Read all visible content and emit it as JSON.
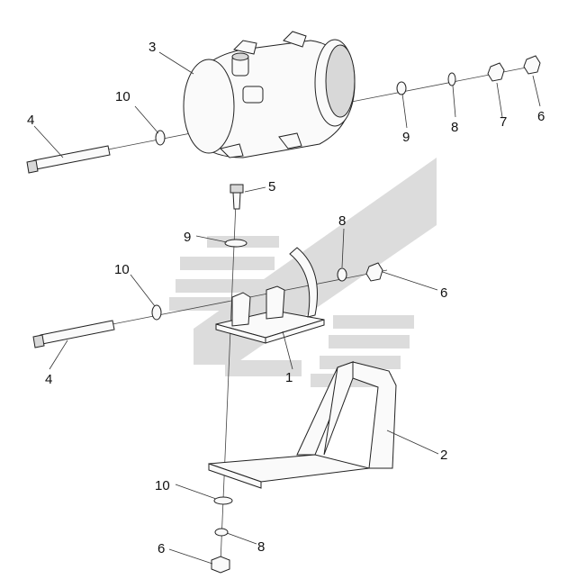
{
  "callouts": {
    "c1": "1",
    "c2": "2",
    "c3": "3",
    "c4a": "4",
    "c4b": "4",
    "c5": "5",
    "c6a": "6",
    "c6b": "6",
    "c6c": "6",
    "c7": "7",
    "c8a": "8",
    "c8b": "8",
    "c8c": "8",
    "c9a": "9",
    "c9b": "9",
    "c10a": "10",
    "c10b": "10",
    "c10c": "10"
  }
}
